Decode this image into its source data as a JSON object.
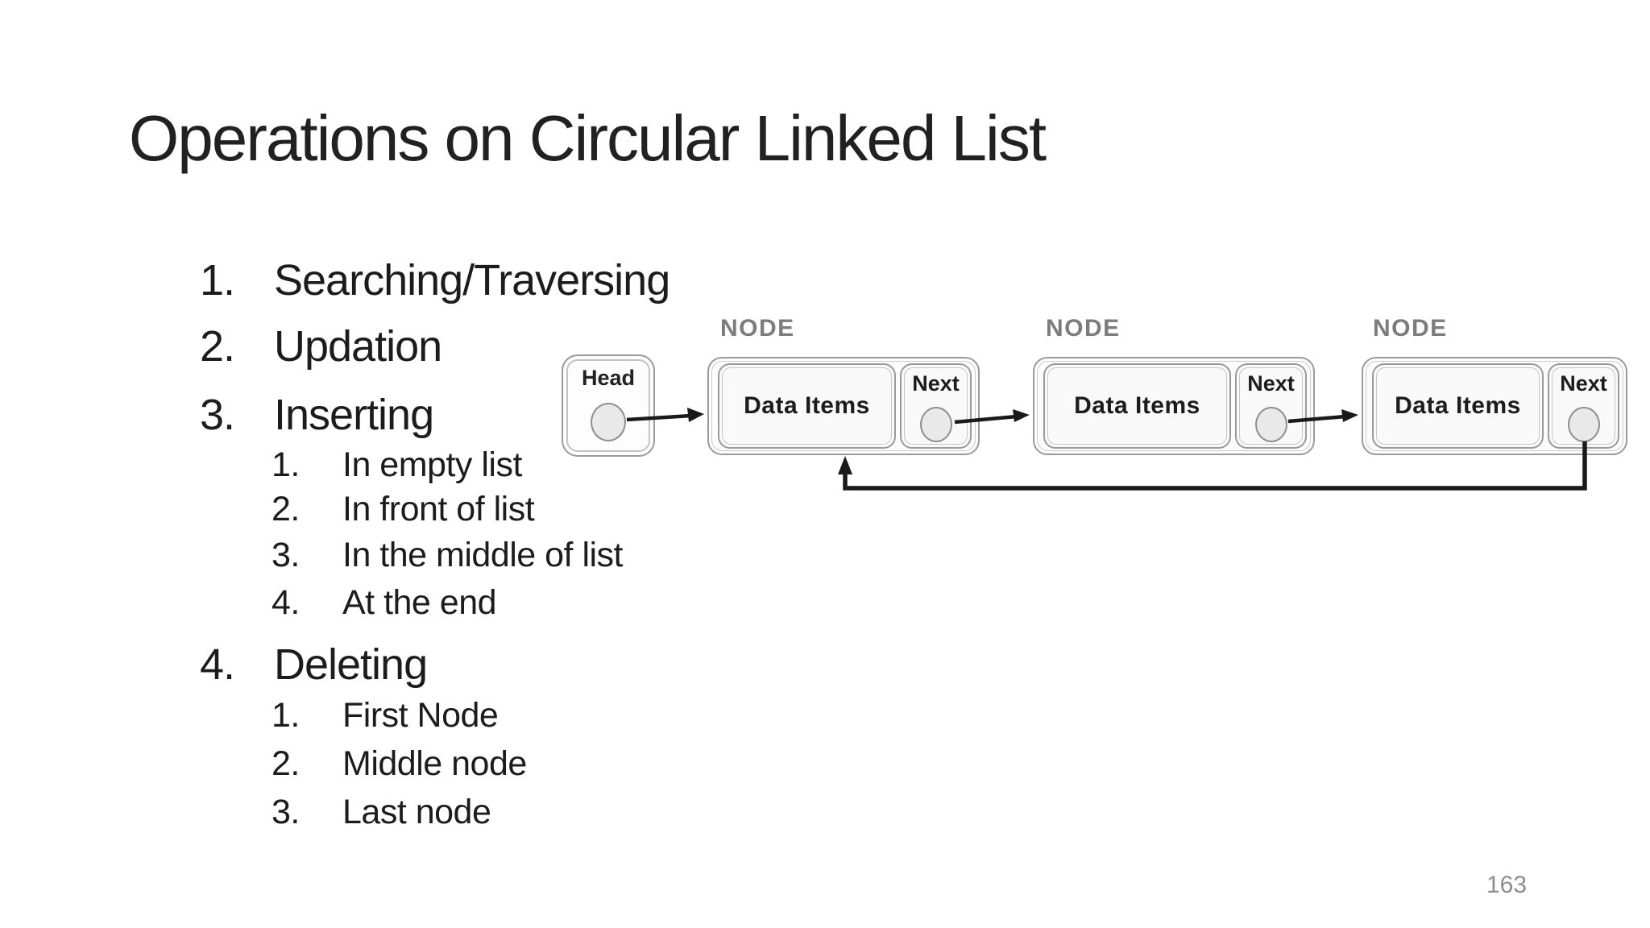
{
  "slide": {
    "title": "Operations on Circular Linked List",
    "page_number": "163"
  },
  "operations_list": {
    "items": [
      {
        "number": "1.",
        "label": "Searching/Traversing",
        "level": 1
      },
      {
        "number": "2.",
        "label": "Updation",
        "level": 1
      },
      {
        "number": "3.",
        "label": "Inserting",
        "level": 1
      },
      {
        "number": "1.",
        "label": "In empty list",
        "level": 2
      },
      {
        "number": "2.",
        "label": "In front of list",
        "level": 2
      },
      {
        "number": "3.",
        "label": "In the middle of list",
        "level": 2
      },
      {
        "number": "4.",
        "label": "At the end",
        "level": 2
      },
      {
        "number": "4.",
        "label": "Deleting",
        "level": 1
      },
      {
        "number": "1.",
        "label": "First Node",
        "level": 2
      },
      {
        "number": "2.",
        "label": "Middle node",
        "level": 2
      },
      {
        "number": "3.",
        "label": "Last node",
        "level": 2
      }
    ]
  },
  "diagram": {
    "head": {
      "label": "Head"
    },
    "nodes": [
      {
        "caption": "NODE",
        "data_label": "Data Items",
        "next_label": "Next"
      },
      {
        "caption": "NODE",
        "data_label": "Data Items",
        "next_label": "Next"
      },
      {
        "caption": "NODE",
        "data_label": "Data Items",
        "next_label": "Next"
      }
    ]
  },
  "colors": {
    "background": "#ffffff",
    "text": "#1c1c1c",
    "node_caption_gray": "#7c7c7c",
    "border_gray": "#9a9a9a",
    "circle_fill": "#e9e9e9",
    "arrow": "#1a1a1a",
    "page_number_gray": "#8c8c8c"
  }
}
